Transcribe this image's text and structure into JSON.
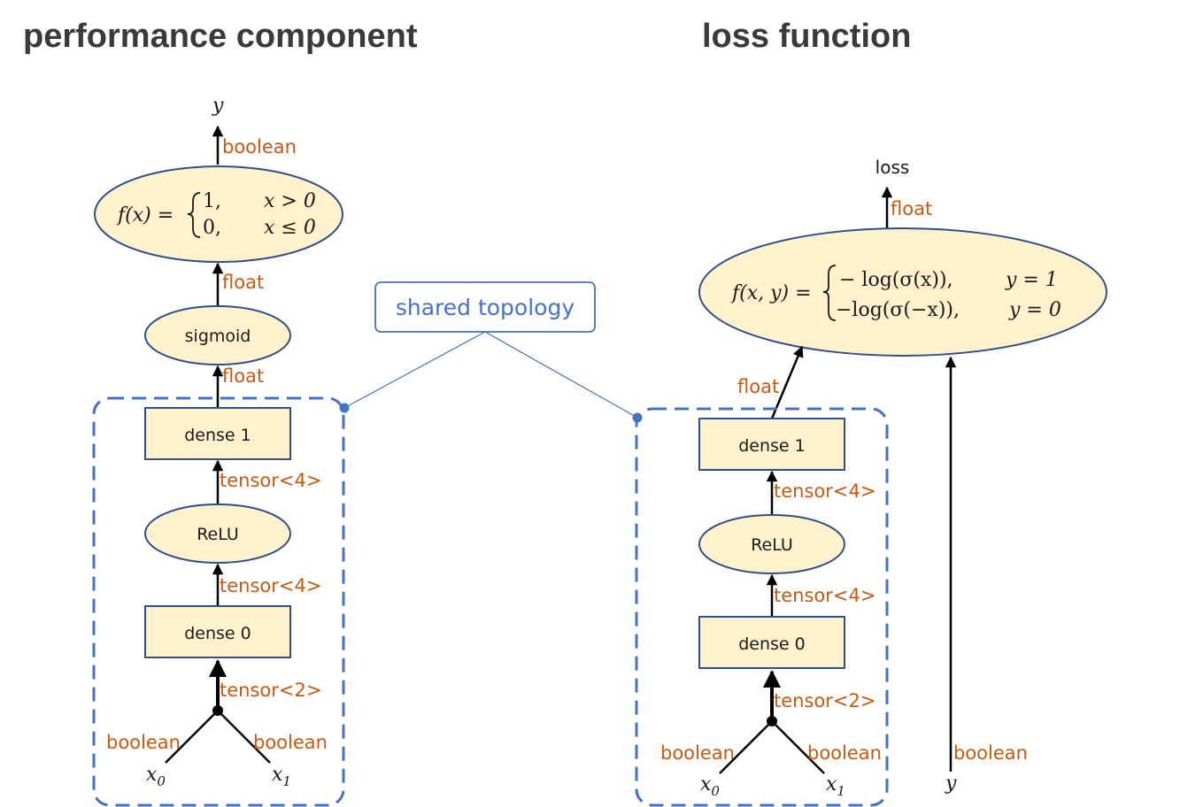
{
  "titles": {
    "left": "performance component",
    "right": "loss function"
  },
  "callout": {
    "label": "shared topology"
  },
  "left": {
    "output_var": "y",
    "step_fn": {
      "lhs": "f(x) =",
      "case1_val": "1,",
      "case1_cond": "x > 0",
      "case2_val": "0,",
      "case2_cond": "x ≤ 0"
    },
    "sigmoid": "sigmoid",
    "dense1": "dense 1",
    "relu": "ReLU",
    "dense0": "dense 0",
    "input_x0": "x",
    "input_x0_sub": "0",
    "input_x1": "x",
    "input_x1_sub": "1",
    "edges": {
      "out": "boolean",
      "step_in": "float",
      "sigmoid_in": "float",
      "relu_out": "tensor<4>",
      "dense0_out": "tensor<4>",
      "dense0_in": "tensor<2>",
      "x0": "boolean",
      "x1": "boolean"
    }
  },
  "right": {
    "output": "loss",
    "loss_fn": {
      "lhs": "f(x, y) =",
      "case1_val": "− log(σ(x)),",
      "case1_cond": "y = 1",
      "case2_val": "−log(σ(−x)),",
      "case2_cond": "y = 0"
    },
    "dense1": "dense 1",
    "relu": "ReLU",
    "dense0": "dense 0",
    "input_x0": "x",
    "input_x0_sub": "0",
    "input_x1": "x",
    "input_x1_sub": "1",
    "input_y": "y",
    "edges": {
      "out": "float",
      "dense1_out": "float",
      "relu_out": "tensor<4>",
      "dense0_out": "tensor<4>",
      "dense0_in": "tensor<2>",
      "x0": "boolean",
      "x1": "boolean",
      "y": "boolean"
    }
  },
  "colors": {
    "node_fill": "#fff2cc",
    "node_stroke": "#2f4f8a",
    "edge_label": "#c55a11",
    "group_border": "#4472c4",
    "title": "#3a3a3a"
  }
}
